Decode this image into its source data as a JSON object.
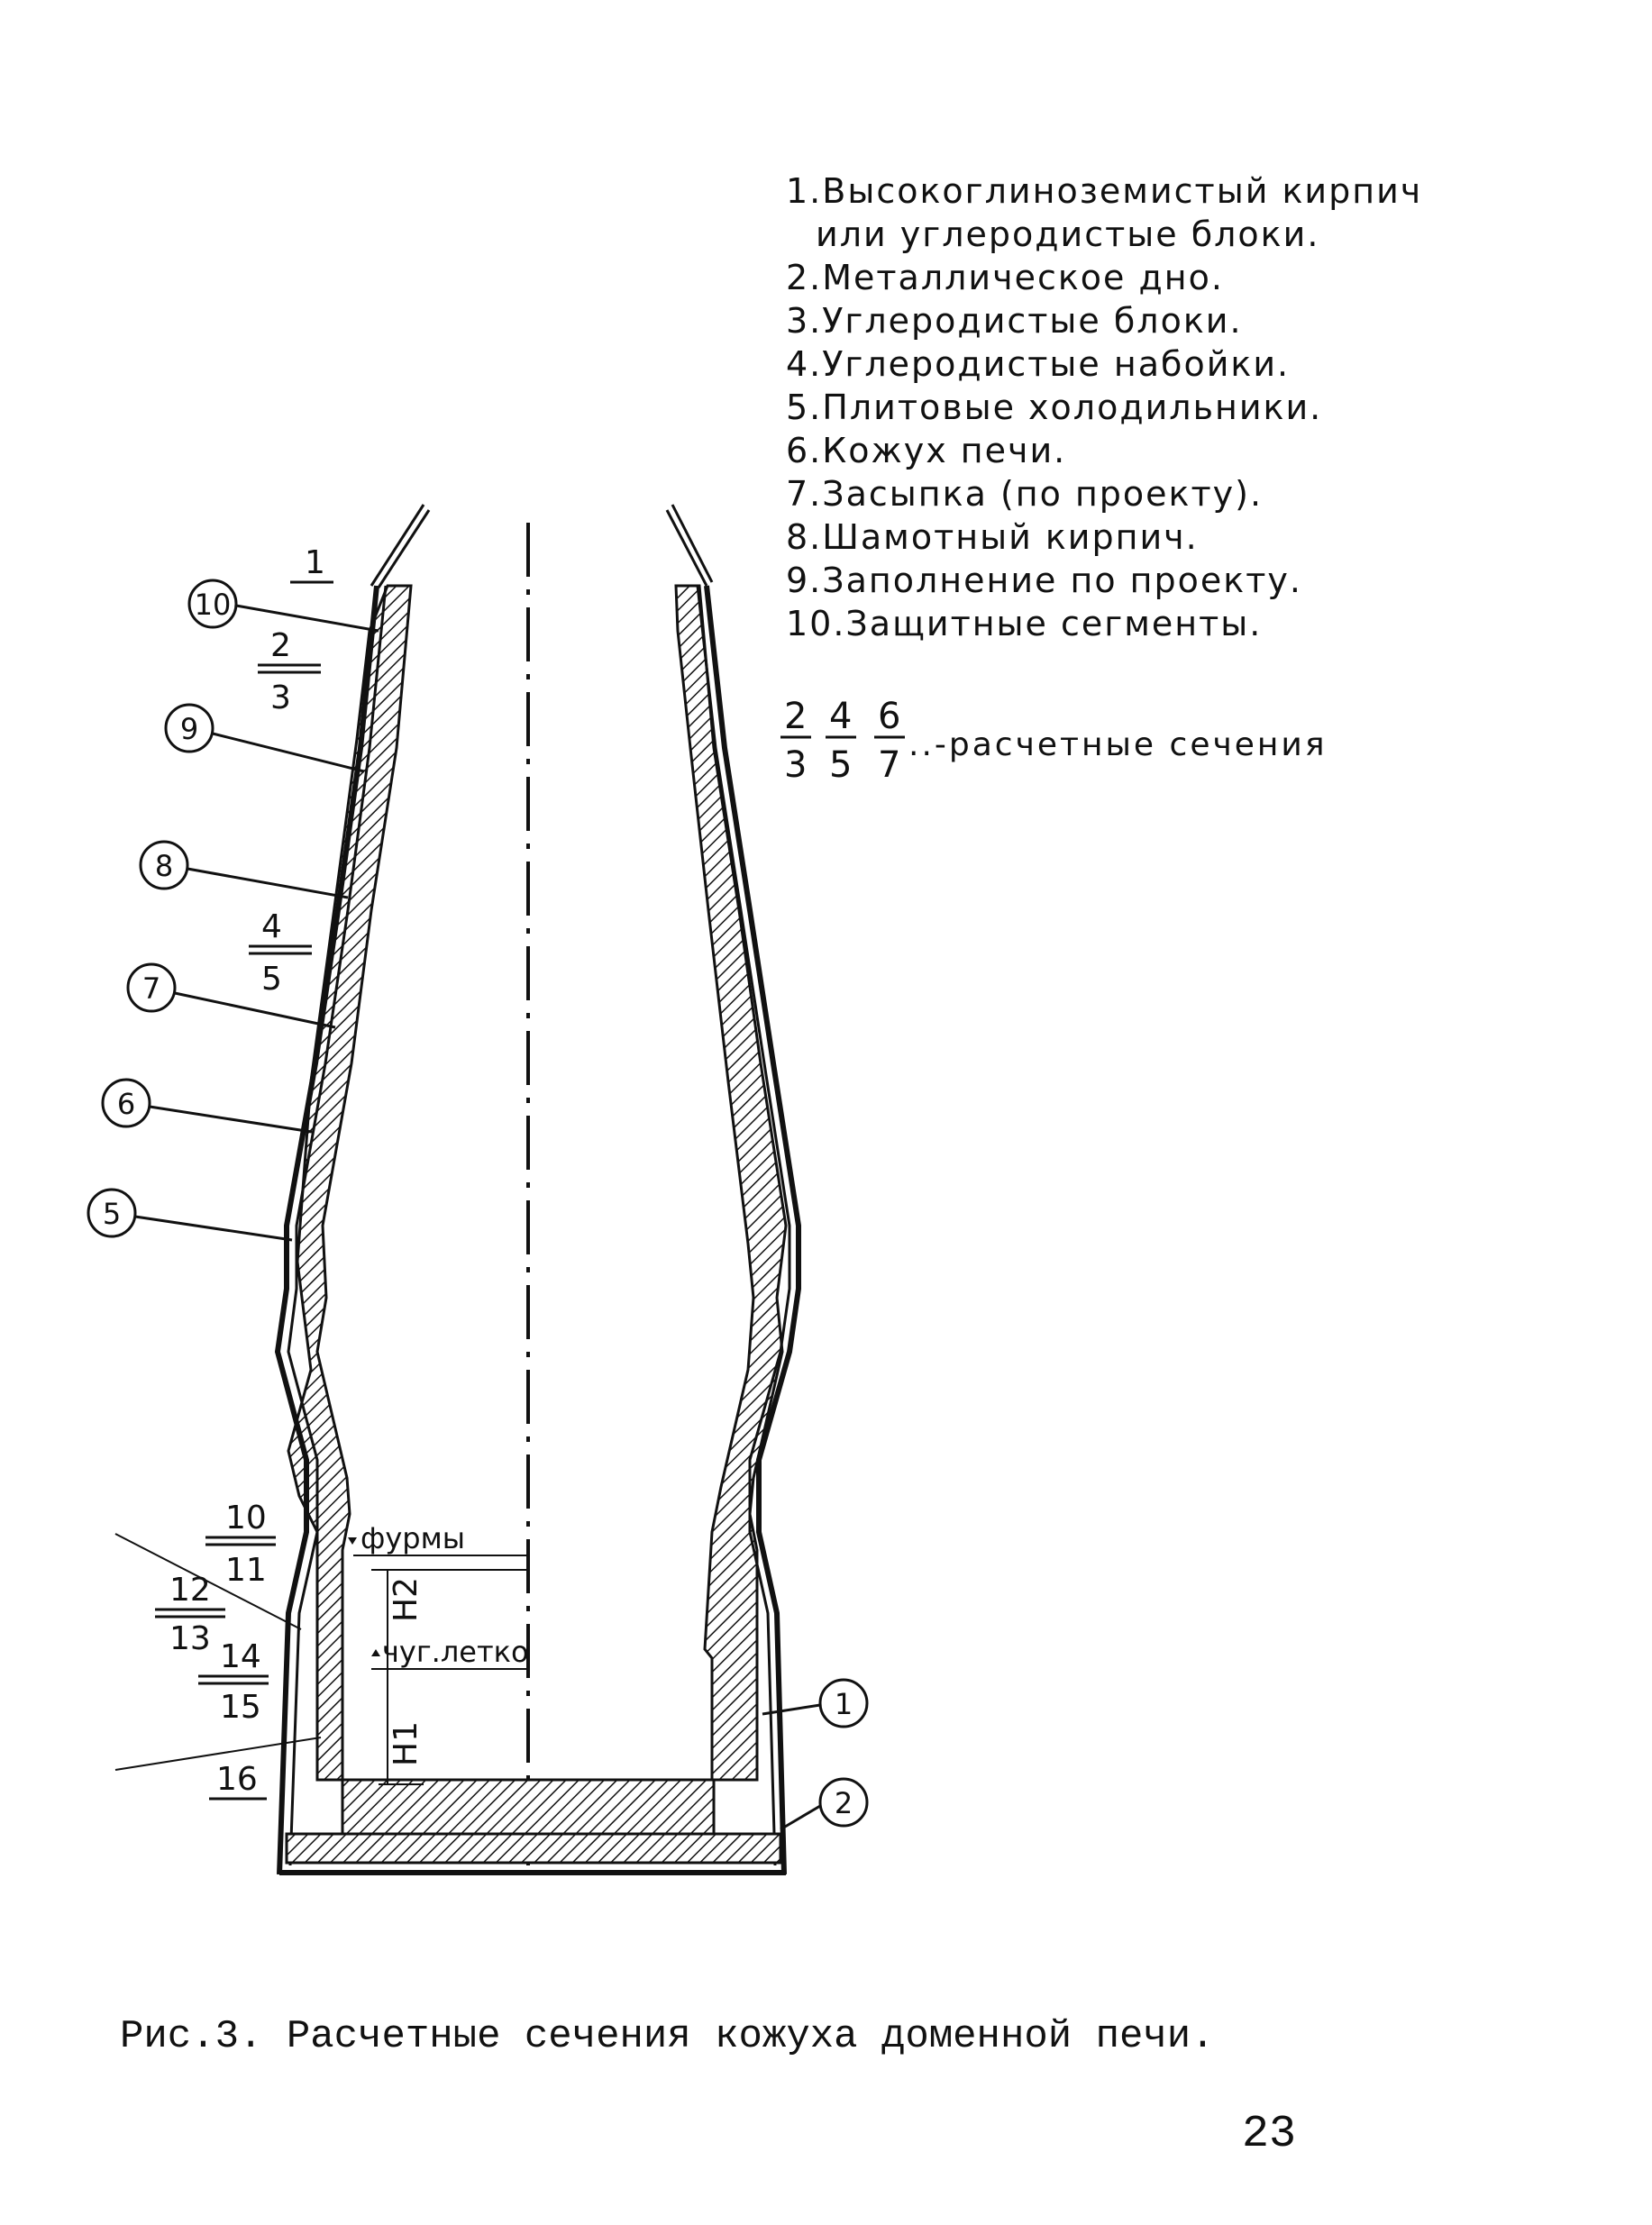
{
  "legend": [
    "1.Высокоглиноземистый кирпич",
    "или углеродистые блоки.",
    "2.Металлическое дно.",
    "3.Углеродистые блоки.",
    "4.Углеродистые набойки.",
    "5.Плитовые холодильники.",
    "6.Кожух печи.",
    "7.Засыпка (по проекту).",
    "8.Шамотный кирпич.",
    "9.Заполнение по проекту.",
    "10.Защитные сегменты."
  ],
  "sections_note": {
    "numerators": [
      "2",
      "4",
      "6"
    ],
    "denominators": [
      "3",
      "5",
      "7"
    ],
    "suffix": "..-расчетные сечения"
  },
  "callouts_left": [
    "10",
    "9",
    "8",
    "7",
    "6",
    "5"
  ],
  "callouts_right": [
    "1",
    "2"
  ],
  "section_labels": {
    "top": "1",
    "s1_num": "2",
    "s1_den": "3",
    "s2_num": "4",
    "s2_den": "5",
    "s3_num": "10",
    "s3_den": "11",
    "s4_num": "12",
    "s4_den": "13",
    "s5_num": "14",
    "s5_den": "15",
    "bottom": "16"
  },
  "levels": {
    "tuyeres": "фурмы",
    "taphole": "чуг.летко",
    "h2": "H2",
    "h1": "H1"
  },
  "caption": "Рис.3. Расчетные сечения кожуха доменной печи.",
  "page_number": "23"
}
